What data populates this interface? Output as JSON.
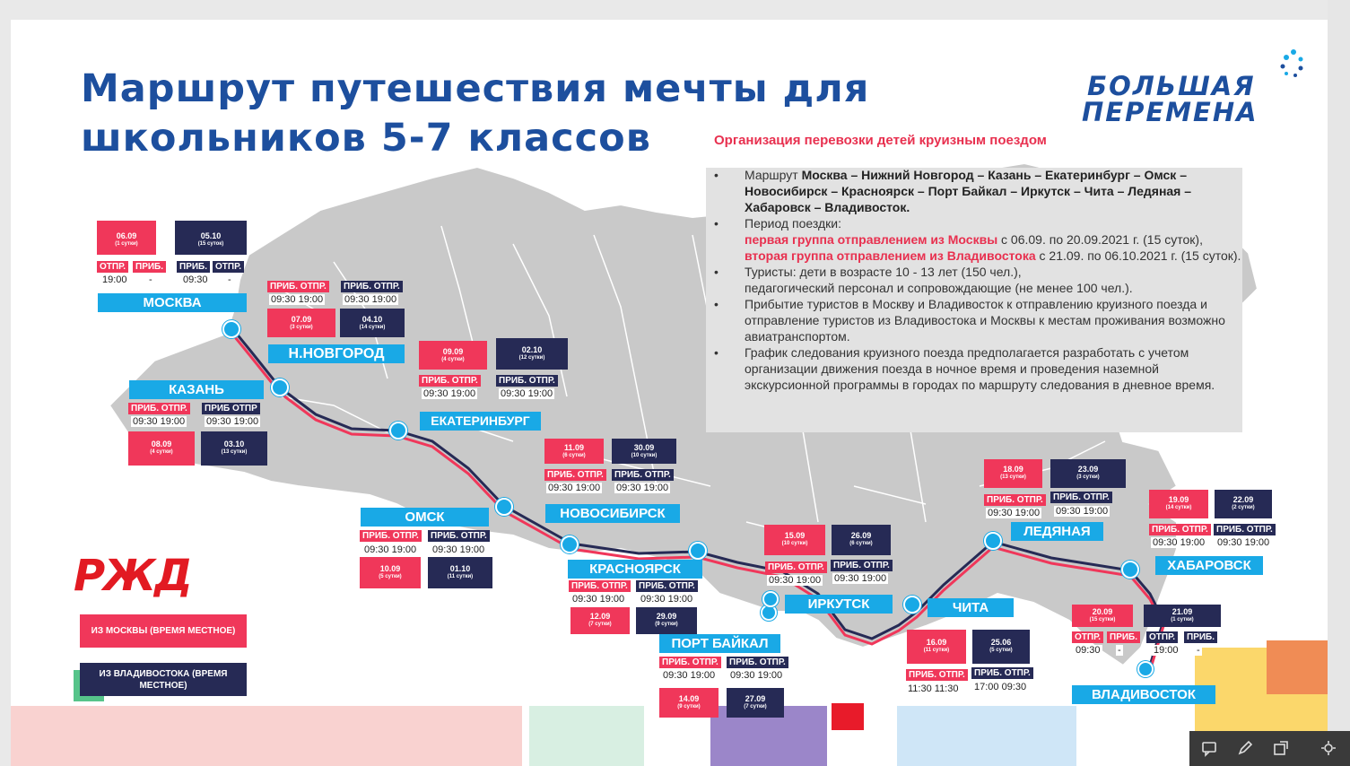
{
  "title_line1": "Маршрут  путешествия мечты для",
  "title_line2": "школьников 5-7 классов",
  "brand": {
    "line1": "БОЛЬШАЯ",
    "line2": "ПЕРЕМЕНА"
  },
  "logo_text": "РЖД",
  "org_title": "Организация перевозки детей круизным поездом",
  "info": {
    "route_prefix": "Маршрут ",
    "route_bold": "Москва – Нижний Новгород – Казань – Екатеринбург – Омск – Новосибирск – Красноярск – Порт Байкал – Иркутск – Чита – Ледяная – Хабаровск – Владивосток.",
    "period_label": "Период поездки:",
    "group1_red": "первая группа отправлением из Москвы",
    "group1_rest": " с 06.09. по 20.09.2021 г. (15 суток),",
    "group2_red": "вторая группа отправлением из Владивостока",
    "group2_rest": " с 21.09. по 06.10.2021 г. (15 суток).",
    "tourists_line1": "Туристы: дети в возрасте 10 - 13 лет (150 чел.),",
    "tourists_line2": "педагогический персонал и сопровождающие (не менее 100 чел.).",
    "arrival": "Прибытие туристов в Москву и Владивосток к отправлению круизного поезда и отправление туристов из Владивостока и Москвы к местам проживания возможно авиатранспортом.",
    "schedule": "График следования круизного поезда предполагается разработать с учетом организации движения поезда в ночное время и проведения наземной экскурсионной программы в городах по маршруту следования в дневное время."
  },
  "legend": {
    "from_moscow": "ИЗ МОСКВЫ (ВРЕМЯ МЕСТНОЕ)",
    "from_vladivostok": "ИЗ ВЛАДИВОСТОКА (ВРЕМЯ МЕСТНОЕ)"
  },
  "colors": {
    "pink": "#f0375a",
    "navy": "#262a55",
    "blue": "#19a9e6",
    "title": "#1d4f9e"
  },
  "cities": {
    "moscow": {
      "name": "МОСКВА",
      "pink": {
        "date": "06.09",
        "days": "(1 сутки)",
        "l1": "ОТПР.",
        "l2": "ПРИБ.",
        "t1": "19:00",
        "t2": "-"
      },
      "navy": {
        "date": "05.10",
        "days": "(15 суток)",
        "l1": "ПРИБ.",
        "l2": "ОТПР.",
        "t1": "09:30",
        "t2": "-"
      }
    },
    "nnovgorod": {
      "name": "Н.НОВГОРОД",
      "pink": {
        "date": "07.09",
        "days": "(3 сутки)",
        "l1": "ПРИБ.  ОТПР.",
        "t1": "09:30  19:00"
      },
      "navy": {
        "date": "04.10",
        "days": "(14 сутки)",
        "l1": "ПРИБ. ОТПР.",
        "t1": "09:30  19:00"
      }
    },
    "kazan": {
      "name": "КАЗАНЬ",
      "pink": {
        "date": "08.09",
        "days": "(4 сутки)",
        "l1": "ПРИБ. ОТПР.",
        "t1": "09:30  19:00"
      },
      "navy": {
        "date": "03.10",
        "days": "(13 сутки)",
        "l1": "ПРИБ  ОТПР",
        "t1": "09:30  19:00"
      }
    },
    "ekaterinburg": {
      "name": "ЕКАТЕРИНБУРГ",
      "pink": {
        "date": "09.09",
        "days": "(4 сутки)",
        "l1": "ПРИБ.  ОТПР.",
        "t1": "09:30   19:00"
      },
      "navy": {
        "date": "02.10",
        "days": "(12 сутки)",
        "l1": "ПРИБ.  ОТПР.",
        "t1": "09:30   19:00"
      }
    },
    "omsk": {
      "name": "ОМСК",
      "pink": {
        "date": "10.09",
        "days": "(5 сутки)",
        "l1": "ПРИБ. ОТПР.",
        "t1": "09:30  19:00"
      },
      "navy": {
        "date": "01.10",
        "days": "(11 сутки)",
        "l1": "ПРИБ. ОТПР.",
        "t1": "09:30  19:00"
      }
    },
    "novosibirsk": {
      "name": "НОВОСИБИРСК",
      "pink": {
        "date": "11.09",
        "days": "(6 сутки)",
        "l1": "ПРИБ. ОТПР.",
        "t1": "09:30  19:00"
      },
      "navy": {
        "date": "30.09",
        "days": "(10 сутки)",
        "l1": "ПРИБ. ОТПР.",
        "t1": "09:30  19:00"
      }
    },
    "krasnoyarsk": {
      "name": "КРАСНОЯРСК",
      "pink": {
        "date": "12.09",
        "days": "(7 сутки)",
        "l1": "ПРИБ. ОТПР.",
        "t1": "09:30  19:00"
      },
      "navy": {
        "date": "29.09",
        "days": "(9 сутки)",
        "l1": "ПРИБ. ОТПР.",
        "t1": "09:30  19:00"
      }
    },
    "portbaikal": {
      "name": "ПОРТ БАЙКАЛ",
      "pink": {
        "date": "14.09",
        "days": "(9 сутки)",
        "l1": "ПРИБ. ОТПР.",
        "t1": "09:30  19:00"
      },
      "navy": {
        "date": "27.09",
        "days": "(7 сутки)",
        "l1": "ПРИБ. ОТПР.",
        "t1": "09:30  19:00"
      }
    },
    "irkutsk": {
      "name": "ИРКУТСК",
      "pink": {
        "date": "15.09",
        "days": "(10 сутки)",
        "l1": "ПРИБ. ОТПР.",
        "t1": "09:30  19:00"
      },
      "navy": {
        "date": "26.09",
        "days": "(6 сутки)",
        "l1": "ПРИБ. ОТПР.",
        "t1": "09:30  19:00"
      }
    },
    "chita": {
      "name": "ЧИТА",
      "pink": {
        "date": "16.09",
        "days": "(11 сутки)",
        "l1": "ПРИБ. ОТПР.",
        "t1": "11:30  11:30"
      },
      "navy": {
        "date": "25.06",
        "days": "(5 сутки)",
        "l1": "ПРИБ. ОТПР.",
        "t1": "17:00  09:30"
      }
    },
    "ledyanaya": {
      "name": "ЛЕДЯНАЯ",
      "pink": {
        "date": "18.09",
        "days": "(13 сутки)",
        "l1": "ПРИБ. ОТПР.",
        "t1": "09:30  19:00"
      },
      "navy": {
        "date": "23.09",
        "days": "(3 сутки)",
        "l1": "ПРИБ.  ОТПР.",
        "t1": "09:30    19:00"
      }
    },
    "khabarovsk": {
      "name": "ХАБАРОВСК",
      "pink": {
        "date": "19.09",
        "days": "(14 сутки)",
        "l1": "ПРИБ. ОТПР.",
        "t1": "09:30  19:00"
      },
      "navy": {
        "date": "22.09",
        "days": "(2 сутки)",
        "l1": "ПРИБ. ОТПР.",
        "t1": "09:30  19:00"
      }
    },
    "vladivostok": {
      "name": "ВЛАДИВОСТОК",
      "pink": {
        "date": "20.09",
        "days": "(15 сутки)",
        "l1": "ОТПР.",
        "l2": "ПРИБ.",
        "t1": "09:30",
        "t2": "-"
      },
      "navy": {
        "date": "21.09",
        "days": "(1 сутки)",
        "l1": "ОТПР.",
        "l2": "ПРИБ.",
        "t1": "19:00",
        "t2": "-"
      }
    }
  }
}
